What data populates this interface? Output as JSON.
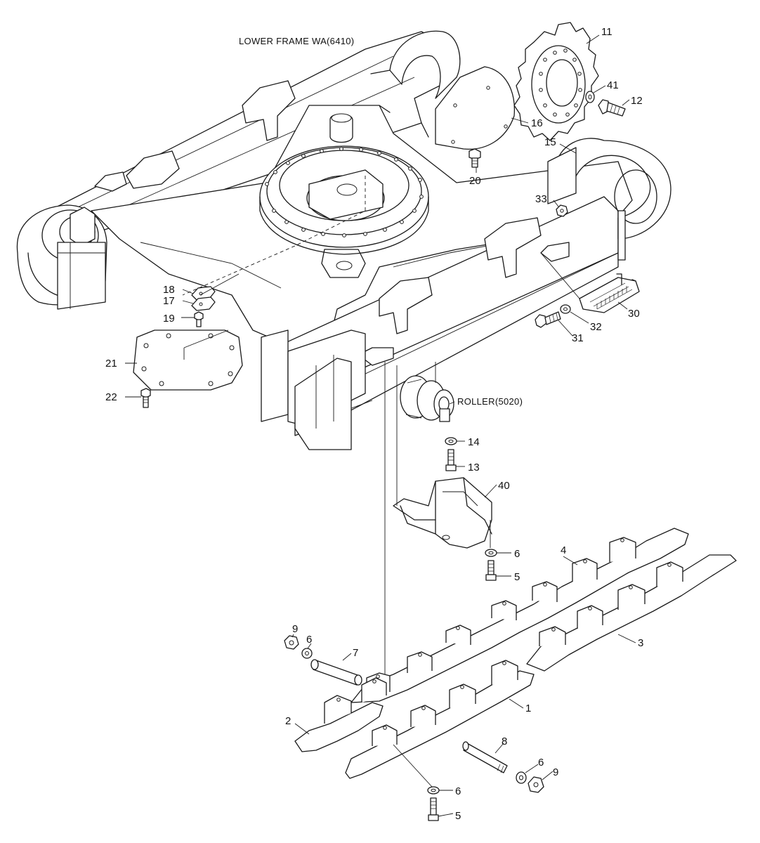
{
  "title": "LOWER FRAME WA(6410)",
  "sub_assembly": "ROLLER(5020)",
  "parts": {
    "p1": "1",
    "p2": "2",
    "p3": "3",
    "p4": "4",
    "p5a": "5",
    "p5b": "5",
    "p6a": "6",
    "p6b": "6",
    "p6c": "6",
    "p6d": "6",
    "p7": "7",
    "p8": "8",
    "p9a": "9",
    "p9b": "9",
    "p11": "11",
    "p12": "12",
    "p13": "13",
    "p14": "14",
    "p15": "15",
    "p16": "16",
    "p17": "17",
    "p18": "18",
    "p19": "19",
    "p20": "20",
    "p21": "21",
    "p22": "22",
    "p30": "30",
    "p31": "31",
    "p32": "32",
    "p33": "33",
    "p40": "40",
    "p41": "41"
  }
}
